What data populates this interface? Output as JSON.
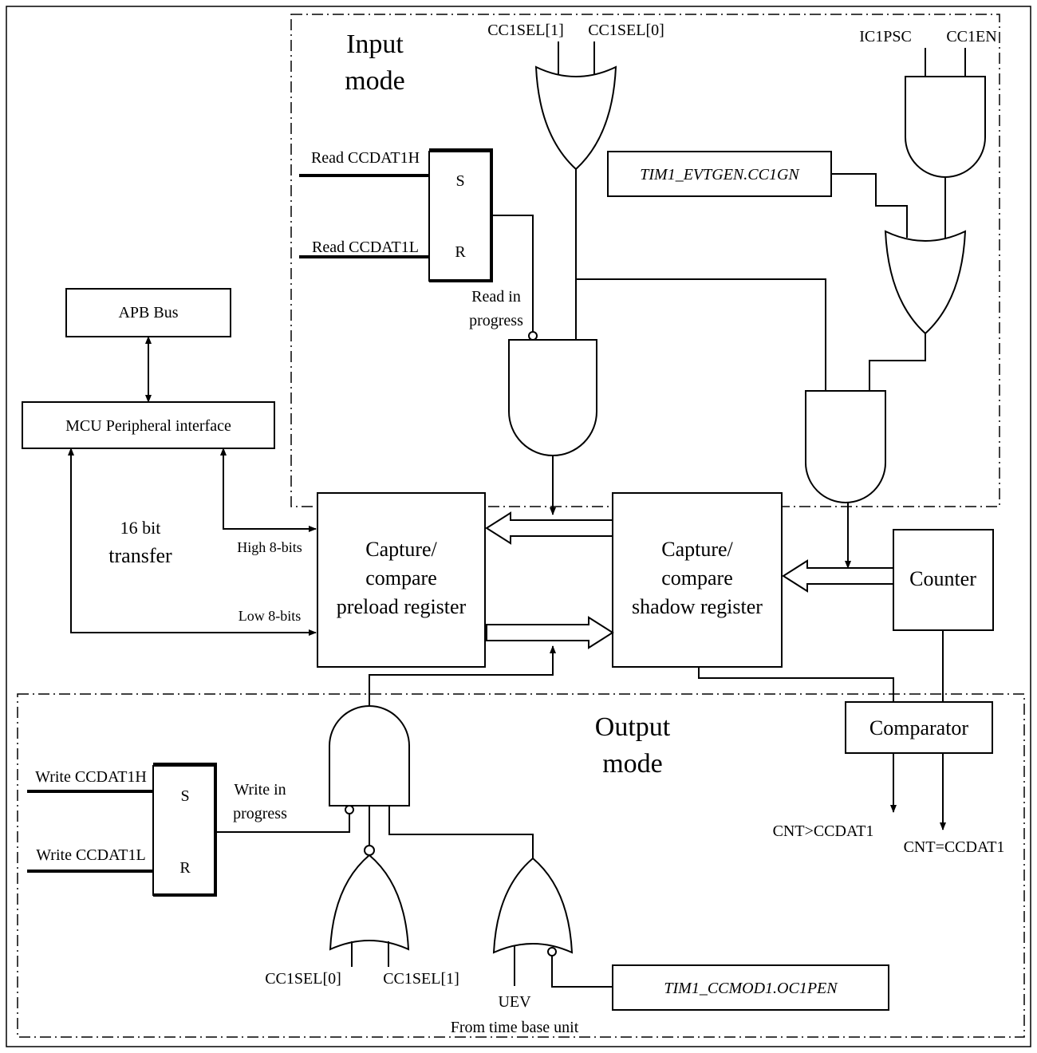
{
  "regions": {
    "input_title": [
      "Input",
      "mode"
    ],
    "output_title": [
      "Output",
      "mode"
    ]
  },
  "blocks": {
    "apb_bus": "APB Bus",
    "mcu_interface": "MCU Peripheral interface",
    "preload_register": [
      "Capture/",
      "compare",
      "preload register"
    ],
    "shadow_register": [
      "Capture/",
      "compare",
      "shadow register"
    ],
    "counter": "Counter",
    "comparator": "Comparator",
    "evtgen_register": "TIM1_EVTGEN.CC1GN",
    "ccmod_register": "TIM1_CCMOD1.OC1PEN"
  },
  "signals": {
    "cc1sel1_top": "CC1SEL[1]",
    "cc1sel0_top": "CC1SEL[0]",
    "ic1psc": "IC1PSC",
    "cc1en": "CC1EN",
    "read_ccdat1h": "Read CCDAT1H",
    "read_ccdat1l": "Read CCDAT1L",
    "read_in_progress": [
      "Read in",
      "progress"
    ],
    "transfer": [
      "16 bit",
      "transfer"
    ],
    "high_bits": "High 8-bits",
    "low_bits": "Low 8-bits",
    "write_ccdat1h": "Write CCDAT1H",
    "write_ccdat1l": "Write CCDAT1L",
    "write_in_progress": [
      "Write in",
      "progress"
    ],
    "cc1sel0_bottom": "CC1SEL[0]",
    "cc1sel1_bottom": "CC1SEL[1]",
    "uev": "UEV",
    "from_time_base": "From time base unit",
    "cnt_gt": "CNT>CCDAT1",
    "cnt_eq": "CNT=CCDAT1"
  },
  "latches": {
    "set_label": "S",
    "reset_label": "R"
  }
}
